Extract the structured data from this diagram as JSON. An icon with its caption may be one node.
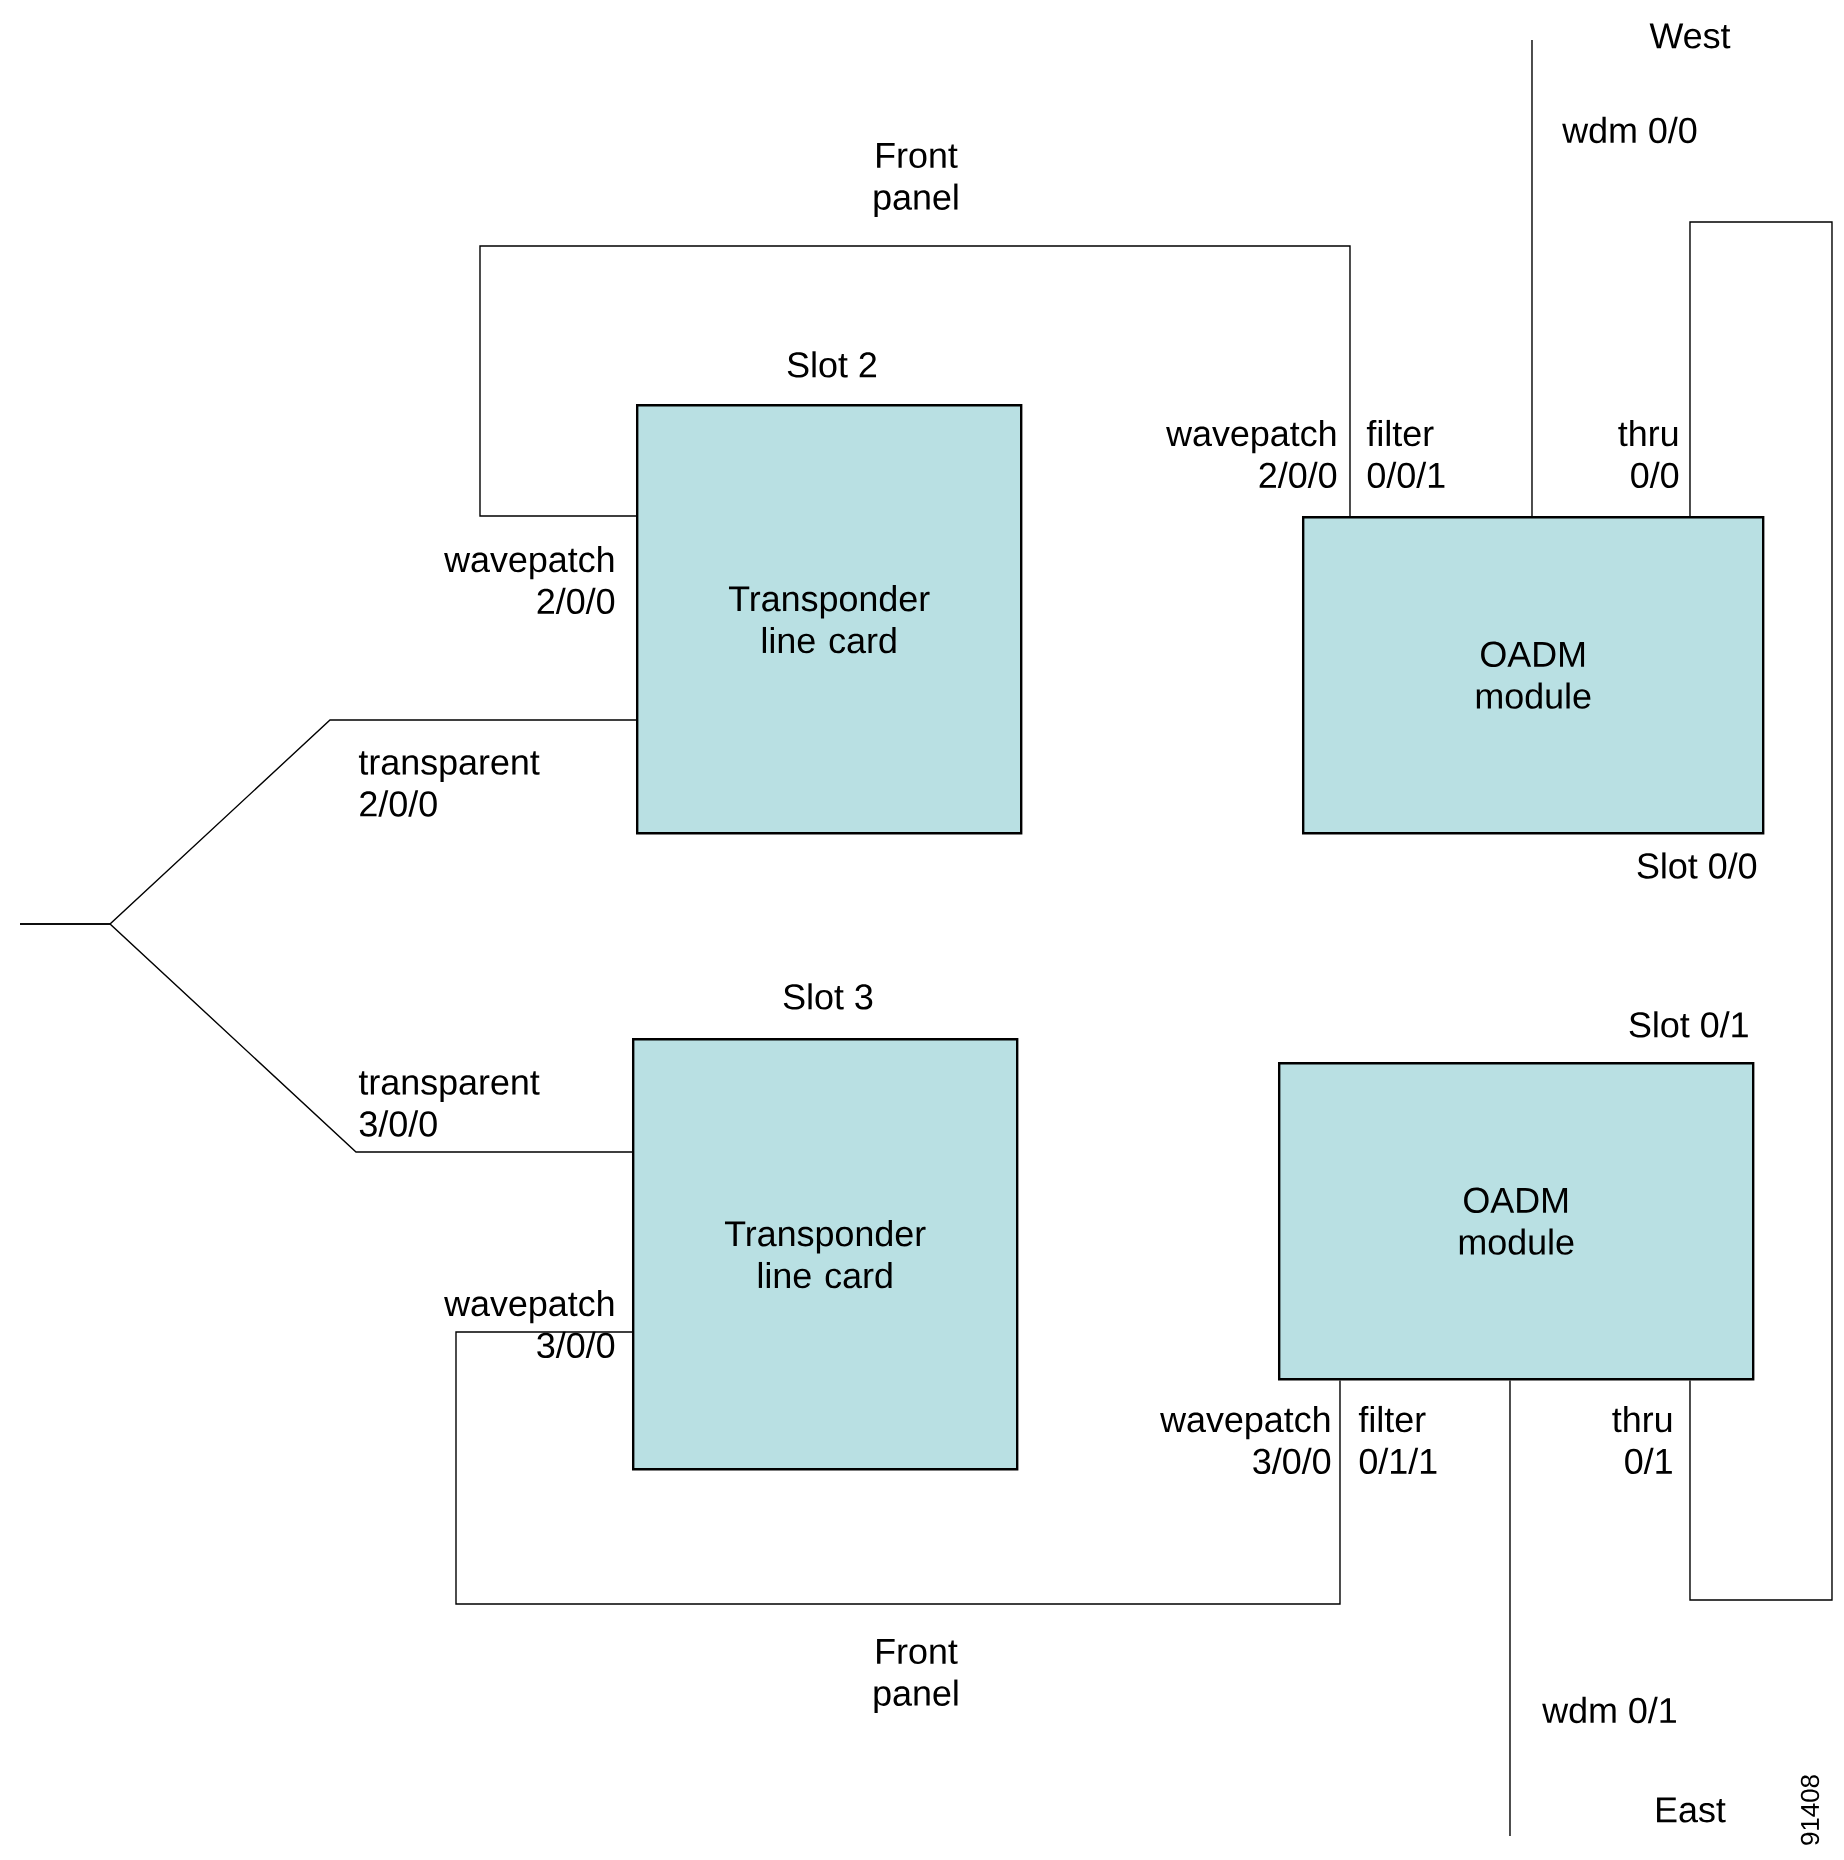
{
  "diagram": {
    "nodes": [
      {
        "text": [
          "Transponder line card"
        ],
        "beside": [
          "Slot 2"
        ]
      },
      {
        "text": [
          "OADM module"
        ],
        "beside": [
          "Slot 0/0"
        ]
      },
      {
        "text": [
          "Transponder line card"
        ],
        "beside": [
          "Slot 3"
        ]
      },
      {
        "text": [
          "OADM module"
        ],
        "beside": [
          "Slot 0/1"
        ]
      }
    ],
    "edges": [
      {
        "from": 0,
        "to": 1,
        "arrow": "none",
        "label": "Front panel"
      },
      {
        "from": 2,
        "to": 3,
        "arrow": "none",
        "label": "Front panel"
      },
      {
        "from": 1,
        "to": 3,
        "arrow": "none"
      },
      {
        "from": null,
        "to": 0,
        "arrow": "none"
      },
      {
        "from": null,
        "to": 2,
        "arrow": "none"
      },
      {
        "from": 1,
        "to": null,
        "arrow": "none"
      },
      {
        "from": 3,
        "to": null,
        "arrow": "none"
      }
    ],
    "labels": [
      "West",
      "wdm 0/0",
      "wavepatch 2/0/0",
      "filter 0/0/1",
      "thru 0/0",
      "wavepatch 2/0/0",
      "transparent 2/0/0",
      "transparent 3/0/0",
      "wavepatch 3/0/0",
      "wavepatch 3/0/0",
      "filter 0/1/1",
      "thru 0/1",
      "wdm 0/1",
      "East",
      "91408"
    ]
  }
}
